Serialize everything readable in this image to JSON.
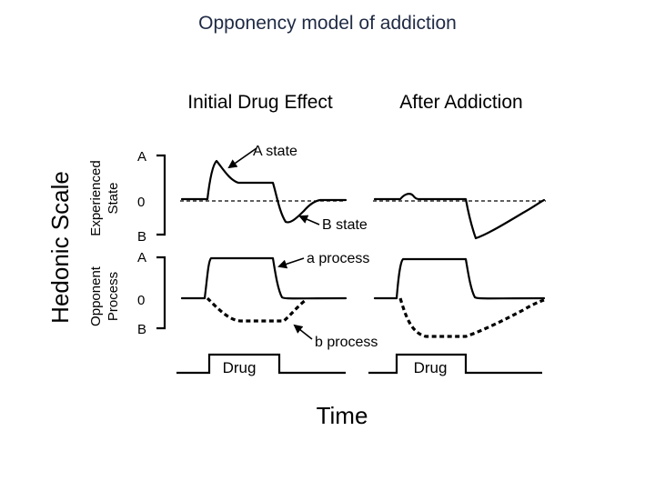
{
  "slide": {
    "title": "Opponency model of addiction"
  },
  "figure": {
    "col_initial": "Initial Drug Effect",
    "col_after": "After Addiction",
    "hedonic_scale": "Hedonic Scale",
    "experienced_state": [
      "Experienced",
      "State"
    ],
    "opponent_process": [
      "Opponent",
      "Process"
    ],
    "ticks_top": {
      "a": "A",
      "zero": "0",
      "b": "B"
    },
    "ticks_bottom": {
      "a": "A",
      "zero": "0",
      "b": "B"
    },
    "labels": {
      "a_state": "A state",
      "b_state": "B state",
      "a_process": "a process",
      "b_process": "b process"
    },
    "drug_initial": "Drug",
    "drug_after": "Drug",
    "time": "Time"
  }
}
